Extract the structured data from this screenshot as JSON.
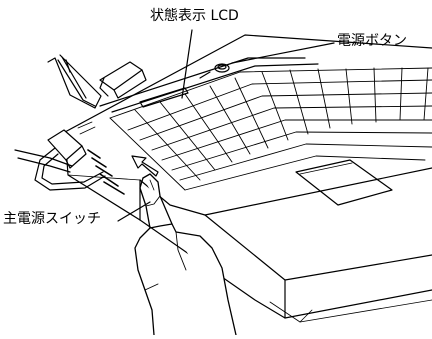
{
  "labels": {
    "status_lcd": "状態表示 LCD",
    "power_button": "電源ボタン",
    "main_power_switch": "主電源スイッチ"
  }
}
